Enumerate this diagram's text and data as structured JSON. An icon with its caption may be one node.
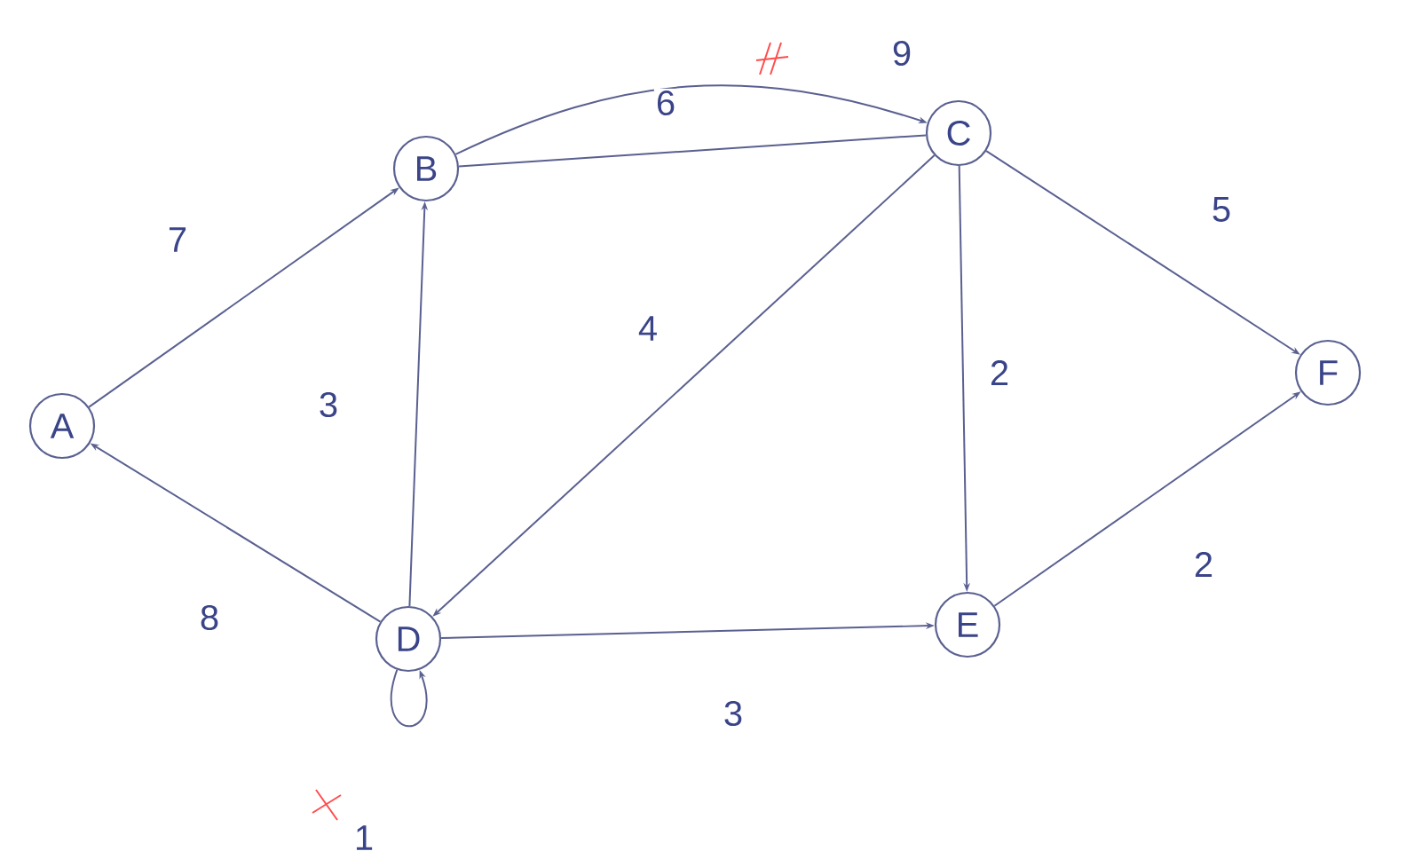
{
  "diagram": {
    "nodes": [
      {
        "text": [
          "A"
        ]
      },
      {
        "text": [
          "B"
        ]
      },
      {
        "text": [
          "C"
        ]
      },
      {
        "text": [
          "D"
        ]
      },
      {
        "text": [
          "E"
        ]
      },
      {
        "text": [
          "F"
        ]
      }
    ],
    "edges": [
      {
        "from": 0,
        "to": 1,
        "arrow": "to",
        "label": "7"
      },
      {
        "from": 3,
        "to": 0,
        "arrow": "to",
        "label": "8"
      },
      {
        "from": 3,
        "to": 1,
        "arrow": "to",
        "label": "3"
      },
      {
        "from": 1,
        "to": 2,
        "arrow": "none",
        "label": "6"
      },
      {
        "from": 1,
        "to": 2,
        "arrow": "to",
        "label": "9"
      },
      {
        "from": 2,
        "to": 3,
        "arrow": "to",
        "label": "4"
      },
      {
        "from": 2,
        "to": 4,
        "arrow": "to",
        "label": "2"
      },
      {
        "from": 2,
        "to": 5,
        "arrow": "to",
        "label": "5"
      },
      {
        "from": 3,
        "to": 4,
        "arrow": "to",
        "label": "3"
      },
      {
        "from": 4,
        "to": 5,
        "arrow": "to",
        "label": "2"
      },
      {
        "from": 3,
        "to": 3,
        "arrow": "to",
        "label": "1"
      }
    ]
  }
}
